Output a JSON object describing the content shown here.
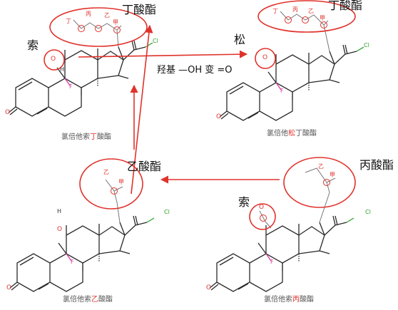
{
  "captions": {
    "m1": {
      "pre": "氯倍他索",
      "hl": "丁",
      "post": "酸酯"
    },
    "m2": {
      "pre": "氯倍他",
      "hl": "松",
      "post": "丁酸酯"
    },
    "m3": {
      "pre": "氯倍他索",
      "hl": "乙",
      "post": "酸酯"
    },
    "m4": {
      "pre": "氯倍他索",
      "hl": "丙",
      "post": "酸酯"
    }
  },
  "labels": {
    "m1_ester": "丁酸酯",
    "m1_suo": "索",
    "m2_ester": "丁酸酯",
    "m2_song": "松",
    "m3_ester": "乙酸酯",
    "m4_ester": "丙酸酯",
    "m4_suo": "索",
    "middle_note": "羟基 —OH 变 =O"
  },
  "small_marks": {
    "m1": [
      "丁",
      "丙",
      "乙",
      "甲"
    ],
    "m2": [
      "丁",
      "丙",
      "乙",
      "甲"
    ],
    "m3": [
      "乙",
      "甲"
    ],
    "m4": [
      "乙",
      "甲"
    ]
  },
  "atoms": {
    "O": "O",
    "H": "H",
    "F": "F",
    "Cl": "Cl"
  },
  "colors": {
    "accent": "#e0322b",
    "bond": "#2a2a2a",
    "text": "#111111"
  }
}
